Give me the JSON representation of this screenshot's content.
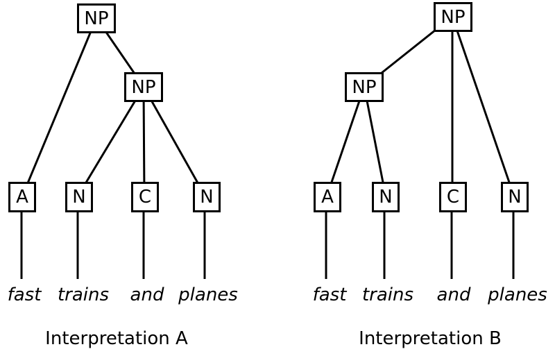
{
  "figure": {
    "description": "Two constituency parse trees for the phrase 'fast trains and planes'",
    "colors": {
      "line": "#000000",
      "text": "#000000",
      "background": "#ffffff"
    },
    "trees": [
      {
        "caption": "Interpretation A",
        "nodes": {
          "root": "NP",
          "inner": "NP"
        },
        "leaves": [
          "A",
          "N",
          "C",
          "N"
        ],
        "words": [
          "fast",
          "trains",
          "and",
          "planes"
        ]
      },
      {
        "caption": "Interpretation B",
        "nodes": {
          "root": "NP",
          "inner": "NP"
        },
        "leaves": [
          "A",
          "N",
          "C",
          "N"
        ],
        "words": [
          "fast",
          "trains",
          "and",
          "planes"
        ]
      }
    ]
  }
}
